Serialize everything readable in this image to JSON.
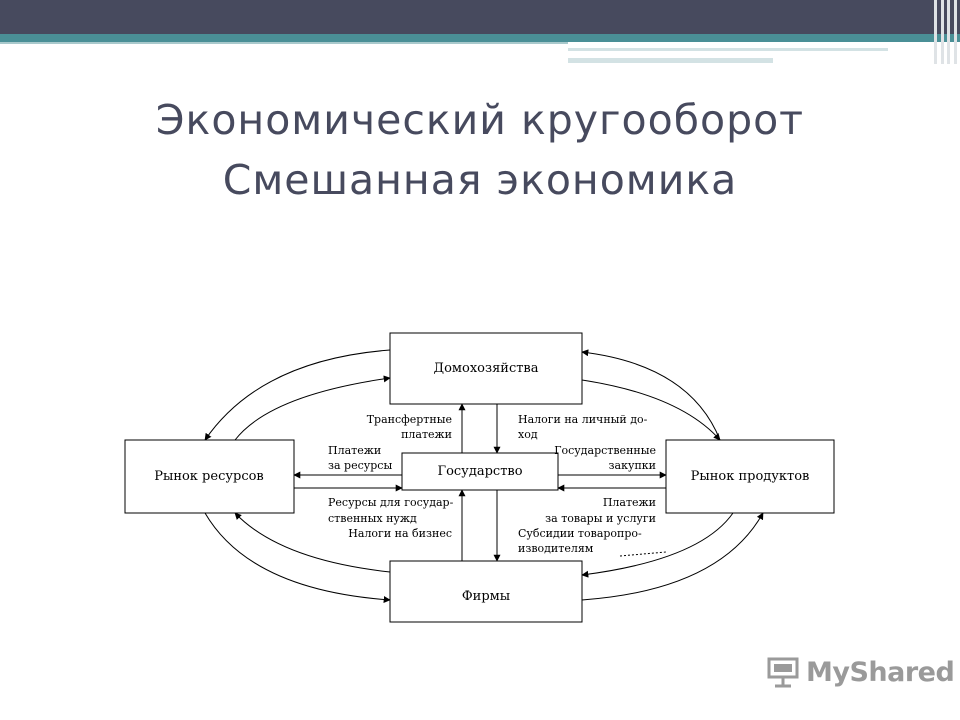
{
  "slide": {
    "title_line1": "Экономический кругооборот",
    "title_line2": "Смешанная экономика"
  },
  "diagram": {
    "nodes": {
      "households": "Домохозяйства",
      "government": "Государство",
      "resource_market": "Рынок ресурсов",
      "product_market": "Рынок продуктов",
      "firms": "Фирмы"
    },
    "flows": {
      "transfer_payments": [
        "Трансфертные",
        "платежи"
      ],
      "personal_income_tax": [
        "Налоги на личный до-",
        "ход"
      ],
      "payments_for_resources": [
        "Платежи",
        "за ресурсы"
      ],
      "government_purchases": [
        "Государственные",
        "закупки"
      ],
      "resources_for_government": [
        "Ресурсы для государ-",
        "ственных нужд"
      ],
      "payments_for_goods": [
        "Платежи",
        "за товары и услуги"
      ],
      "business_taxes": "Налоги на бизнес",
      "producer_subsidies": [
        "Субсидии товаропро-",
        "изводителям"
      ]
    }
  },
  "watermark": {
    "text": "MyShared",
    "icon": "projector-screen-icon"
  }
}
